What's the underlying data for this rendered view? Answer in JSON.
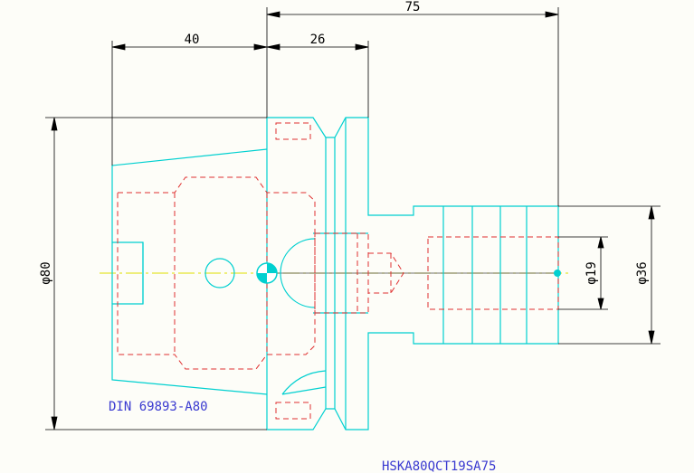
{
  "dimensions": {
    "overall_length": "75",
    "taper_length": "40",
    "flange_length": "26",
    "flange_diameter": "φ80",
    "shank_diameter": "φ36",
    "bore_diameter": "φ19"
  },
  "notes": {
    "standard": "DIN 69893-A80",
    "part_number": "HSKA80QCT19SA75"
  },
  "colors": {
    "outline": "#00d0d0",
    "hidden": "#e03030",
    "dimension": "#000000",
    "centerline": "#e0e000",
    "note": "#3a3ad0"
  }
}
